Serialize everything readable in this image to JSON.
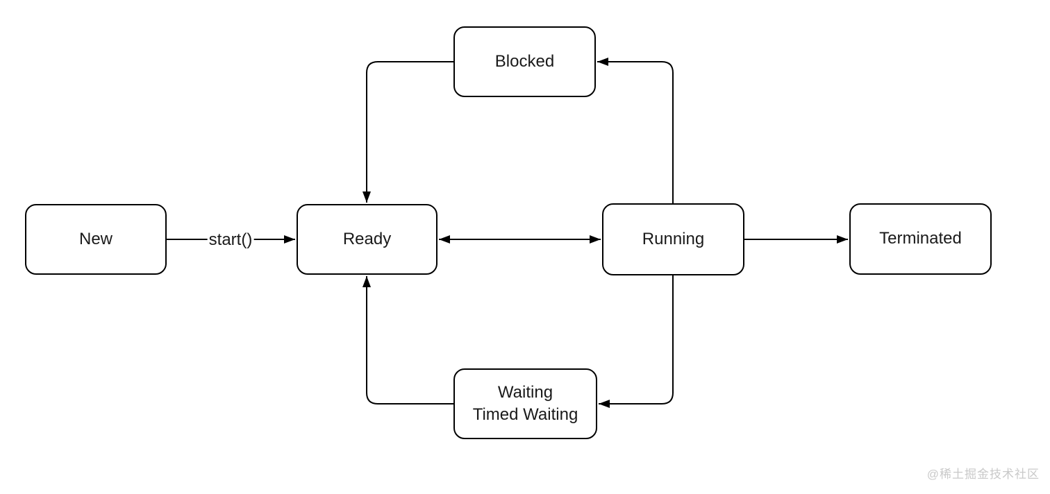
{
  "diagram": {
    "type": "state-diagram",
    "nodes": {
      "new": {
        "label": "New"
      },
      "ready": {
        "label": "Ready"
      },
      "running": {
        "label": "Running"
      },
      "terminated": {
        "label": "Terminated"
      },
      "blocked": {
        "label": "Blocked"
      },
      "waiting": {
        "label": "Waiting\nTimed Waiting"
      }
    },
    "edges": {
      "new_ready": {
        "from": "New",
        "to": "Ready",
        "label": "start()",
        "direction": "forward"
      },
      "ready_running": {
        "from": "Ready",
        "to": "Running",
        "label": "",
        "direction": "both"
      },
      "running_terminated": {
        "from": "Running",
        "to": "Terminated",
        "label": "",
        "direction": "forward"
      },
      "blocked_ready": {
        "from": "Blocked",
        "to": "Ready",
        "label": "",
        "direction": "forward"
      },
      "running_blocked": {
        "from": "Running",
        "to": "Blocked",
        "label": "",
        "direction": "forward"
      },
      "waiting_ready": {
        "from": "Waiting Timed Waiting",
        "to": "Ready",
        "label": "",
        "direction": "forward"
      },
      "running_waiting": {
        "from": "Running",
        "to": "Waiting Timed Waiting",
        "label": "",
        "direction": "forward"
      }
    },
    "colors": {
      "line": "#000000",
      "node_border": "#000000",
      "node_fill": "#ffffff",
      "text": "#1a1a1a",
      "background": "#ffffff"
    }
  },
  "watermark": {
    "text": "@稀土掘金技术社区",
    "color": "#c9c9c9"
  }
}
